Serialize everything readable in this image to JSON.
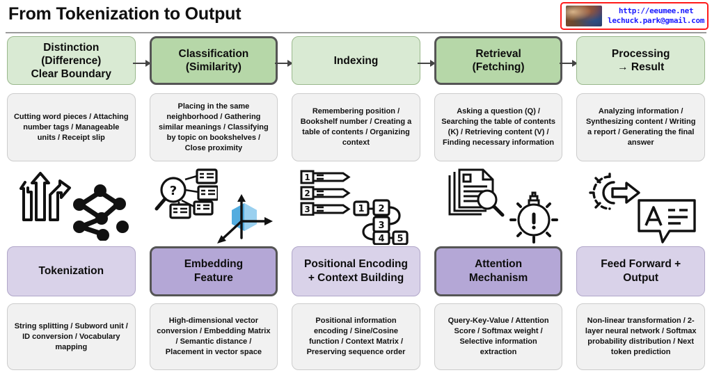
{
  "header": {
    "title": "From Tokenization to Output",
    "watermark": {
      "url": "http://eeumee.net",
      "email": "lechuck.park@gmail.com",
      "thumb_icon": "photo-thumbnail",
      "border_color": "#ff1a1a",
      "text_color": "#1a1aff"
    }
  },
  "theme": {
    "stage_fill": "#d9ead3",
    "stage_highlight_fill": "#b6d7a8",
    "component_fill": "#d9d2e9",
    "component_highlight_fill": "#b4a7d6",
    "description_fill": "#f1f1f1",
    "highlight_border": "#555555",
    "arrow_color": "#444444"
  },
  "columns": [
    {
      "stage": {
        "label": "Distinction\n(Difference)\nClear Boundary",
        "lines": [
          "Distinction",
          "(Difference)",
          "Clear Boundary"
        ],
        "highlight": false
      },
      "stage_description": "Cutting word pieces / Attaching number tags / Manageable units / Receipt slip",
      "icons": [
        "diverging-arrows-icon",
        "node-graph-icon"
      ],
      "component": {
        "label": "Tokenization",
        "lines": [
          "Tokenization"
        ],
        "highlight": false
      },
      "component_description": "String splitting / Subword unit / ID conversion / Vocabulary mapping",
      "has_arrow": true
    },
    {
      "stage": {
        "label": "Classification\n(Similarity)",
        "lines": [
          "Classification",
          "(Similarity)"
        ],
        "highlight": true
      },
      "stage_description": "Placing in the same neighborhood / Gathering similar meanings / Classifying by topic on bookshelves / Close proximity",
      "icons": [
        "magnifier-question-cards-icon",
        "axes-hexagon-icon"
      ],
      "component": {
        "label": "Embedding\nFeature",
        "lines": [
          "Embedding",
          "Feature"
        ],
        "highlight": true
      },
      "component_description": "High-dimensional vector conversion / Embedding Matrix / Semantic distance / Placement in vector space",
      "has_arrow": true
    },
    {
      "stage": {
        "label": "Indexing",
        "lines": [
          "Indexing"
        ],
        "highlight": false
      },
      "stage_description": "Remembering position / Bookshelf number / Creating a table of contents / Organizing context",
      "icons": [
        "numbered-list-icon",
        "sequence-chain-icon"
      ],
      "component": {
        "label": "Positional Encoding\n+ Context Building",
        "lines": [
          "Positional Encoding",
          "+ Context Building"
        ],
        "highlight": false
      },
      "component_description": "Positional information encoding / Sine/Cosine function / Context Matrix / Preserving sequence order",
      "has_arrow": true
    },
    {
      "stage": {
        "label": "Retrieval\n(Fetching)",
        "lines": [
          "Retrieval",
          "(Fetching)"
        ],
        "highlight": true
      },
      "stage_description": "Asking a question (Q) / Searching the table of contents (K) / Retrieving content (V) / Finding necessary information",
      "icons": [
        "documents-magnifier-icon",
        "lightbulb-alert-icon"
      ],
      "component": {
        "label": "Attention\nMechanism",
        "lines": [
          "Attention",
          "Mechanism"
        ],
        "highlight": true
      },
      "component_description": "Query-Key-Value / Attention Score / Softmax weight / Selective information extraction",
      "has_arrow": true
    },
    {
      "stage": {
        "label": "Processing\n→ Result",
        "lines": [
          "Processing",
          "→ Result"
        ],
        "highlight": false
      },
      "stage_description": "Analyzing information / Synthesizing content / Writing a report / Generating the final answer",
      "icons": [
        "gear-arrow-icon",
        "speech-bubble-text-icon"
      ],
      "component": {
        "label": "Feed Forward +\nOutput",
        "lines": [
          "Feed Forward +",
          "Output"
        ],
        "highlight": false
      },
      "component_description": "Non-linear transformation / 2-layer neural network / Softmax probability distribution / Next token prediction",
      "has_arrow": false
    }
  ]
}
